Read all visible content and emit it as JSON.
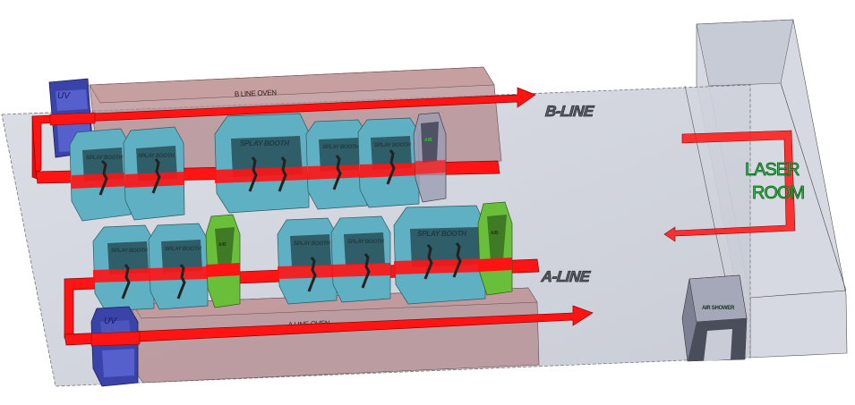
{
  "diagram": {
    "title": "Spray painting factory layout",
    "colors": {
      "floor": "#cfd3dc",
      "conveyor": "#ff1414",
      "booth": "#5fb0c2",
      "booth_dark": "#2f5e68",
      "oven": "#b48a8c",
      "uv": "#4b55bd",
      "air_blow": "#6abf3a",
      "laser_room": "#b9bdca",
      "laser_text": "#34c34a"
    },
    "b_line": {
      "label": "B-LINE",
      "oven_label": "B LINE OVEN",
      "uv_label": "UV",
      "booths": [
        {
          "label": "SPLAY BOOTH",
          "size": "small"
        },
        {
          "label": "SPLAY BOOTH",
          "size": "small"
        },
        {
          "label": "SPLAY BOOTH",
          "size": "large"
        },
        {
          "label": "SPLAY BOOTH",
          "size": "small"
        },
        {
          "label": "SPLAY BOOTH",
          "size": "small"
        }
      ],
      "air_blow_label": "A/B"
    },
    "a_line": {
      "label": "A-LINE",
      "oven_label": "A LINE OVEN",
      "uv_label": "UV",
      "booths_left": [
        {
          "label": "SPLAY BOOTH",
          "size": "small"
        },
        {
          "label": "SPLAY BOOTH",
          "size": "small"
        }
      ],
      "booths_right": [
        {
          "label": "SPLAY BOOTH",
          "size": "small"
        },
        {
          "label": "SPLAY BOOTH",
          "size": "small"
        },
        {
          "label": "SPLAY BOOTH",
          "size": "large"
        }
      ],
      "air_blow_labels": [
        "A/B",
        "A/B"
      ]
    },
    "laser_room": {
      "line1": "LASER",
      "line2": "ROOM"
    },
    "air_shower": {
      "label": "AIR SHOWER"
    }
  }
}
